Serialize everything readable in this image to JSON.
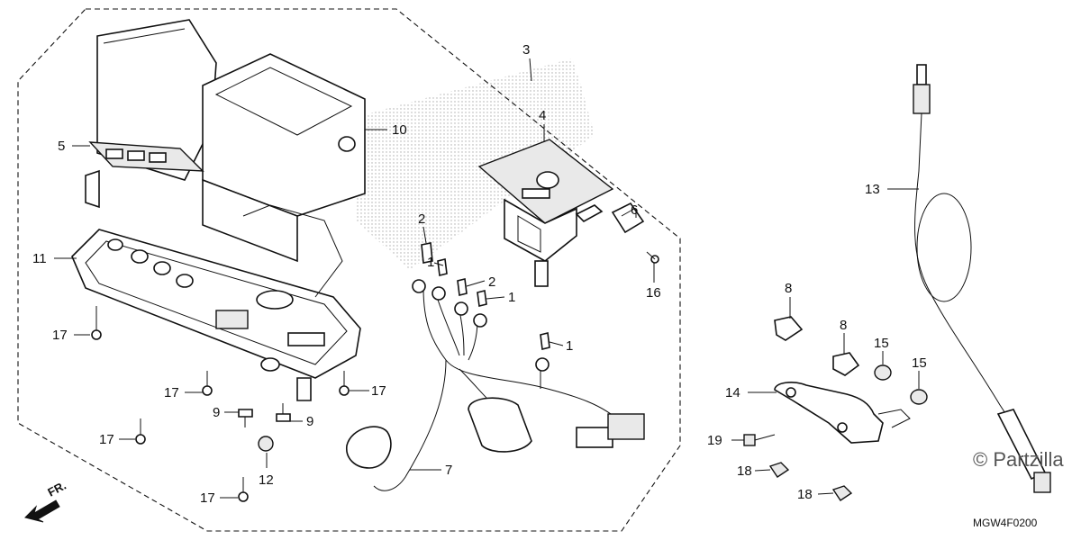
{
  "diagram": {
    "callouts": [
      {
        "id": "c1a",
        "text": "1"
      },
      {
        "id": "c1b",
        "text": "1"
      },
      {
        "id": "c1c",
        "text": "1"
      },
      {
        "id": "c2a",
        "text": "2"
      },
      {
        "id": "c2b",
        "text": "2"
      },
      {
        "id": "c3",
        "text": "3"
      },
      {
        "id": "c4",
        "text": "4"
      },
      {
        "id": "c5",
        "text": "5"
      },
      {
        "id": "c6",
        "text": "6"
      },
      {
        "id": "c7",
        "text": "7"
      },
      {
        "id": "c8a",
        "text": "8"
      },
      {
        "id": "c8b",
        "text": "8"
      },
      {
        "id": "c9a",
        "text": "9"
      },
      {
        "id": "c9b",
        "text": "9"
      },
      {
        "id": "c10",
        "text": "10"
      },
      {
        "id": "c11",
        "text": "11"
      },
      {
        "id": "c12",
        "text": "12"
      },
      {
        "id": "c13",
        "text": "13"
      },
      {
        "id": "c14",
        "text": "14"
      },
      {
        "id": "c15a",
        "text": "15"
      },
      {
        "id": "c15b",
        "text": "15"
      },
      {
        "id": "c16",
        "text": "16"
      },
      {
        "id": "c17a",
        "text": "17"
      },
      {
        "id": "c17b",
        "text": "17"
      },
      {
        "id": "c17c",
        "text": "17"
      },
      {
        "id": "c17d",
        "text": "17"
      },
      {
        "id": "c17e",
        "text": "17"
      },
      {
        "id": "c18a",
        "text": "18"
      },
      {
        "id": "c18b",
        "text": "18"
      },
      {
        "id": "c19",
        "text": "19"
      }
    ],
    "front_indicator": "FR.",
    "diagram_code": "MGW4F0200",
    "watermark": "© Partzilla"
  }
}
